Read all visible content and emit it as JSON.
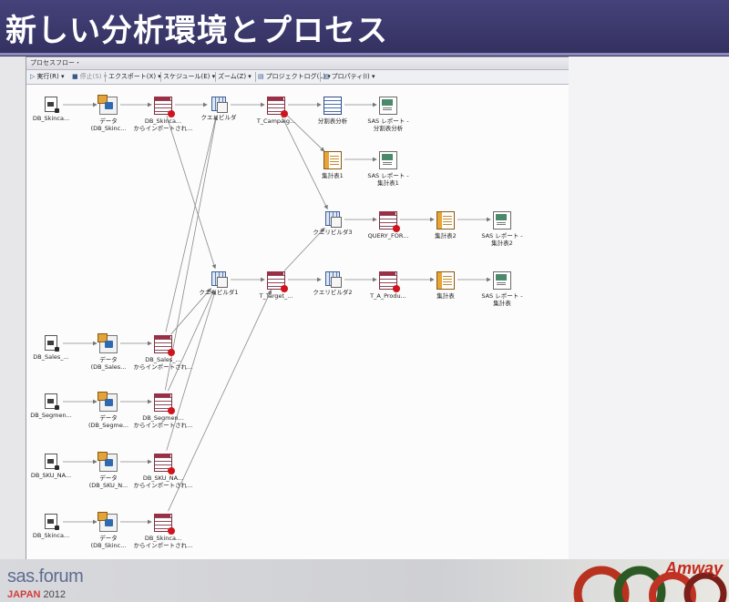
{
  "slide_title": "新しい分析環境とプロセス",
  "app": {
    "tab_label": "プロセスフロー・",
    "toolbar": [
      {
        "label": "実行(R)",
        "glyph": "▷",
        "disabled": false
      },
      {
        "label": "停止(S)",
        "glyph": "■",
        "disabled": true
      },
      {
        "label": "エクスポート(X)",
        "glyph": "",
        "disabled": false
      },
      {
        "label": "スケジュール(E)",
        "glyph": "",
        "disabled": false
      },
      {
        "label": "ズーム(Z)",
        "glyph": "",
        "disabled": false
      },
      {
        "label": "プロジェクトログ(L)",
        "glyph": "▤",
        "disabled": false
      },
      {
        "label": "プロパティ(I)",
        "glyph": "▥",
        "disabled": false
      }
    ]
  },
  "flow": {
    "nodes": [
      {
        "id": "src1",
        "icon": "source-icon",
        "label": "DB_Skinca..."
      },
      {
        "id": "dat1",
        "icon": "data-step-icon",
        "label": "データ\n(DB_Skinc..."
      },
      {
        "id": "imp1",
        "icon": "table-icon",
        "label": "DB_Skinca...\nからインポートされ..."
      },
      {
        "id": "qb0",
        "icon": "query-builder-icon",
        "label": "クエリビルダ"
      },
      {
        "id": "camp",
        "icon": "table-icon",
        "label": "T_Campaig..."
      },
      {
        "id": "dist",
        "icon": "distribution-icon",
        "label": "分割表分析"
      },
      {
        "id": "rep_dist",
        "icon": "report-icon",
        "label": "SAS レポート -\n分割表分析"
      },
      {
        "id": "sum1",
        "icon": "summary-table-icon",
        "label": "集計表1"
      },
      {
        "id": "rep_sum1",
        "icon": "report-icon",
        "label": "SAS レポート -\n集計表1"
      },
      {
        "id": "qb3",
        "icon": "query-builder-icon",
        "label": "クエリビルダ3"
      },
      {
        "id": "qfor",
        "icon": "table-icon",
        "label": "QUERY_FOR..."
      },
      {
        "id": "sum2",
        "icon": "summary-table-icon",
        "label": "集計表2"
      },
      {
        "id": "rep_sum2",
        "icon": "report-icon",
        "label": "SAS レポート -\n集計表2"
      },
      {
        "id": "qb1",
        "icon": "query-builder-icon",
        "label": "クエリビルダ1"
      },
      {
        "id": "target",
        "icon": "table-icon",
        "label": "T_Target_..."
      },
      {
        "id": "qb2",
        "icon": "query-builder-icon",
        "label": "クエリビルダ2"
      },
      {
        "id": "tprod",
        "icon": "table-icon",
        "label": "T_A_Produ..."
      },
      {
        "id": "sum0",
        "icon": "summary-table-icon",
        "label": "集計表"
      },
      {
        "id": "rep_sum0",
        "icon": "report-icon",
        "label": "SAS レポート -\n集計表"
      },
      {
        "id": "src2",
        "icon": "source-icon",
        "label": "DB_Sales_..."
      },
      {
        "id": "dat2",
        "icon": "data-step-icon",
        "label": "データ\n(DB_Sales..."
      },
      {
        "id": "imp2",
        "icon": "table-icon",
        "label": "DB_Sales_...\nからインポートされ..."
      },
      {
        "id": "src3",
        "icon": "source-icon",
        "label": "DB_Segmen..."
      },
      {
        "id": "dat3",
        "icon": "data-step-icon",
        "label": "データ\n(DB_Segme..."
      },
      {
        "id": "imp3",
        "icon": "table-icon",
        "label": "DB_Segmen...\nからインポートされ..."
      },
      {
        "id": "src4",
        "icon": "source-icon",
        "label": "DB_SKU_NA..."
      },
      {
        "id": "dat4",
        "icon": "data-step-icon",
        "label": "データ\n(DB_SKU_N..."
      },
      {
        "id": "imp4",
        "icon": "table-icon",
        "label": "DB_SKU_NA...\nからインポートされ..."
      },
      {
        "id": "src5",
        "icon": "source-icon",
        "label": "DB_Skinca..."
      },
      {
        "id": "dat5",
        "icon": "data-step-icon",
        "label": "データ\n(DB_Skinc..."
      },
      {
        "id": "imp5",
        "icon": "table-icon",
        "label": "DB_Skinca...\nからインポートされ..."
      }
    ],
    "edges": [
      [
        "src1",
        "dat1"
      ],
      [
        "dat1",
        "imp1"
      ],
      [
        "imp1",
        "qb0"
      ],
      [
        "qb0",
        "camp"
      ],
      [
        "camp",
        "dist"
      ],
      [
        "dist",
        "rep_dist"
      ],
      [
        "camp",
        "sum1"
      ],
      [
        "sum1",
        "rep_sum1"
      ],
      [
        "qb3",
        "qfor"
      ],
      [
        "qfor",
        "sum2"
      ],
      [
        "sum2",
        "rep_sum2"
      ],
      [
        "qb1",
        "target"
      ],
      [
        "target",
        "qb2"
      ],
      [
        "qb2",
        "tprod"
      ],
      [
        "tprod",
        "sum0"
      ],
      [
        "sum0",
        "rep_sum0"
      ],
      [
        "camp",
        "qb3"
      ],
      [
        "target",
        "qb3"
      ],
      [
        "imp1",
        "qb1"
      ],
      [
        "imp2",
        "qb0"
      ],
      [
        "imp2",
        "qb1"
      ],
      [
        "imp3",
        "qb0"
      ],
      [
        "imp3",
        "qb1"
      ],
      [
        "imp4",
        "qb1"
      ],
      [
        "imp5",
        "target"
      ],
      [
        "src2",
        "dat2"
      ],
      [
        "dat2",
        "imp2"
      ],
      [
        "src3",
        "dat3"
      ],
      [
        "dat3",
        "imp3"
      ],
      [
        "src4",
        "dat4"
      ],
      [
        "dat4",
        "imp4"
      ],
      [
        "src5",
        "dat5"
      ],
      [
        "dat5",
        "imp5"
      ]
    ]
  },
  "footer": {
    "brand": "sas.forum",
    "event_region": "JAPAN",
    "event_year": "2012",
    "sponsor": "Amway"
  }
}
